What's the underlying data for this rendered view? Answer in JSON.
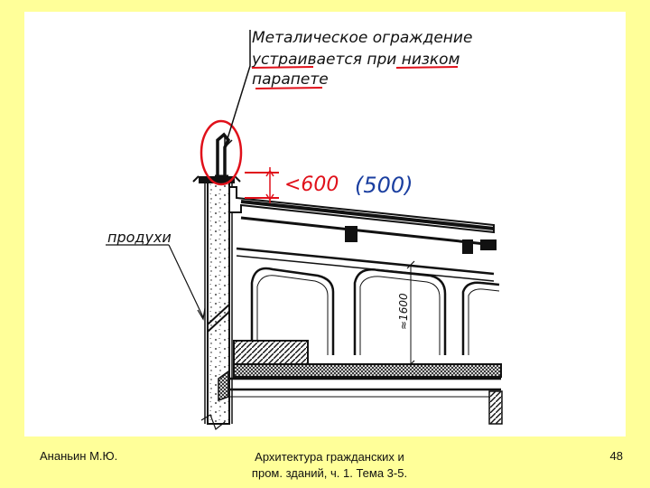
{
  "drawing": {
    "note_line1": "Металическое ограждение",
    "note_line2": "устраивается при низком",
    "note_line3": "парапете",
    "dimension_red": "<600",
    "dimension_blue": "(500)",
    "vents_label": "продухи",
    "height_dimension": "≈1600",
    "colors": {
      "ink": "#111111",
      "red_marker": "#e0101a",
      "blue_marker": "#1b3fa0",
      "slide_background": "#ffff99"
    }
  },
  "footer": {
    "author": "Ананьин М.Ю.",
    "title_line1": "Архитектура гражданских и",
    "title_line2": "пром. зданий, ч. 1. Тема 3-5.",
    "page_number": "48"
  }
}
